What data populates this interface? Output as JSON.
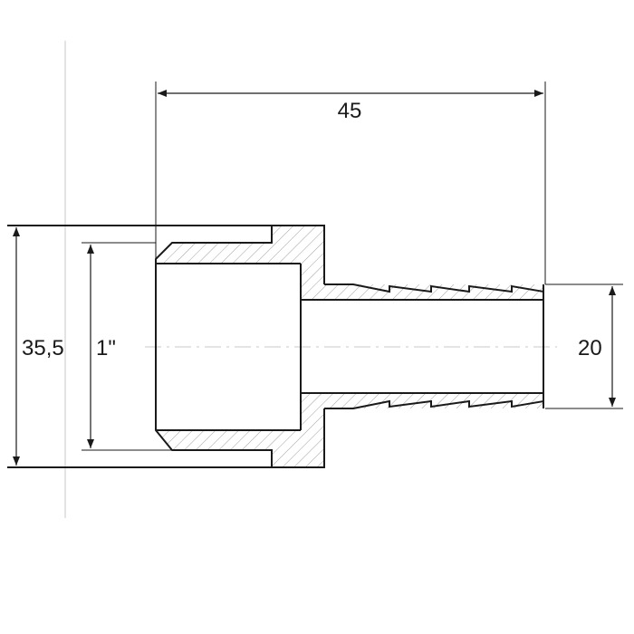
{
  "drawing": {
    "dimensions": {
      "overall_length": "45",
      "outer_diameter": "35,5",
      "thread_size": "1\"",
      "barb_diameter": "20"
    },
    "colors": {
      "line": "#1a1a1a",
      "hatch": "#9a9a9a",
      "centerline": "#c8c8c8"
    }
  }
}
